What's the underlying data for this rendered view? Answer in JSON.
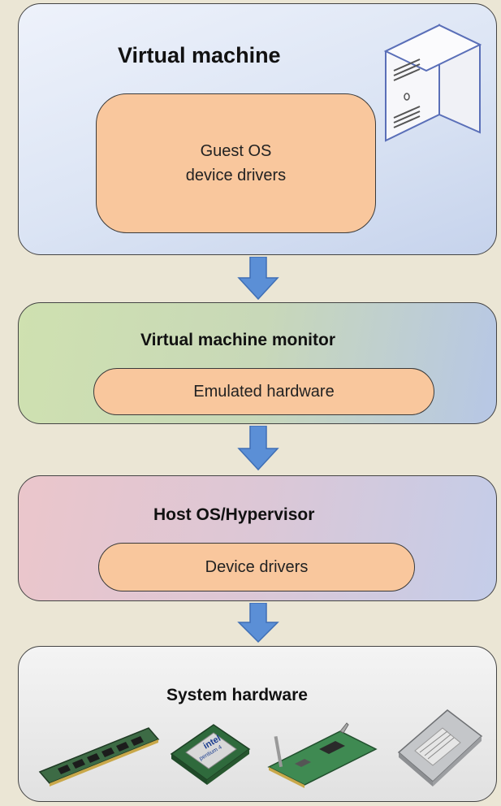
{
  "layers": {
    "virtual_machine": {
      "title": "Virtual machine",
      "inner": [
        "Guest OS",
        "device drivers"
      ]
    },
    "vmm": {
      "title": "Virtual machine monitor",
      "inner": "Emulated hardware"
    },
    "host": {
      "title": "Host OS/Hypervisor",
      "inner": "Device drivers"
    },
    "hardware": {
      "title": "System hardware",
      "cpu_brand": "intel",
      "cpu_model": "pentium 4"
    }
  },
  "colors": {
    "arrow": "#5b8fd6",
    "inner_box": "#f9c79d"
  },
  "icons": [
    "server-tower-icon",
    "ram-module-icon",
    "cpu-chip-icon",
    "expansion-card-icon",
    "hard-drive-icon"
  ]
}
